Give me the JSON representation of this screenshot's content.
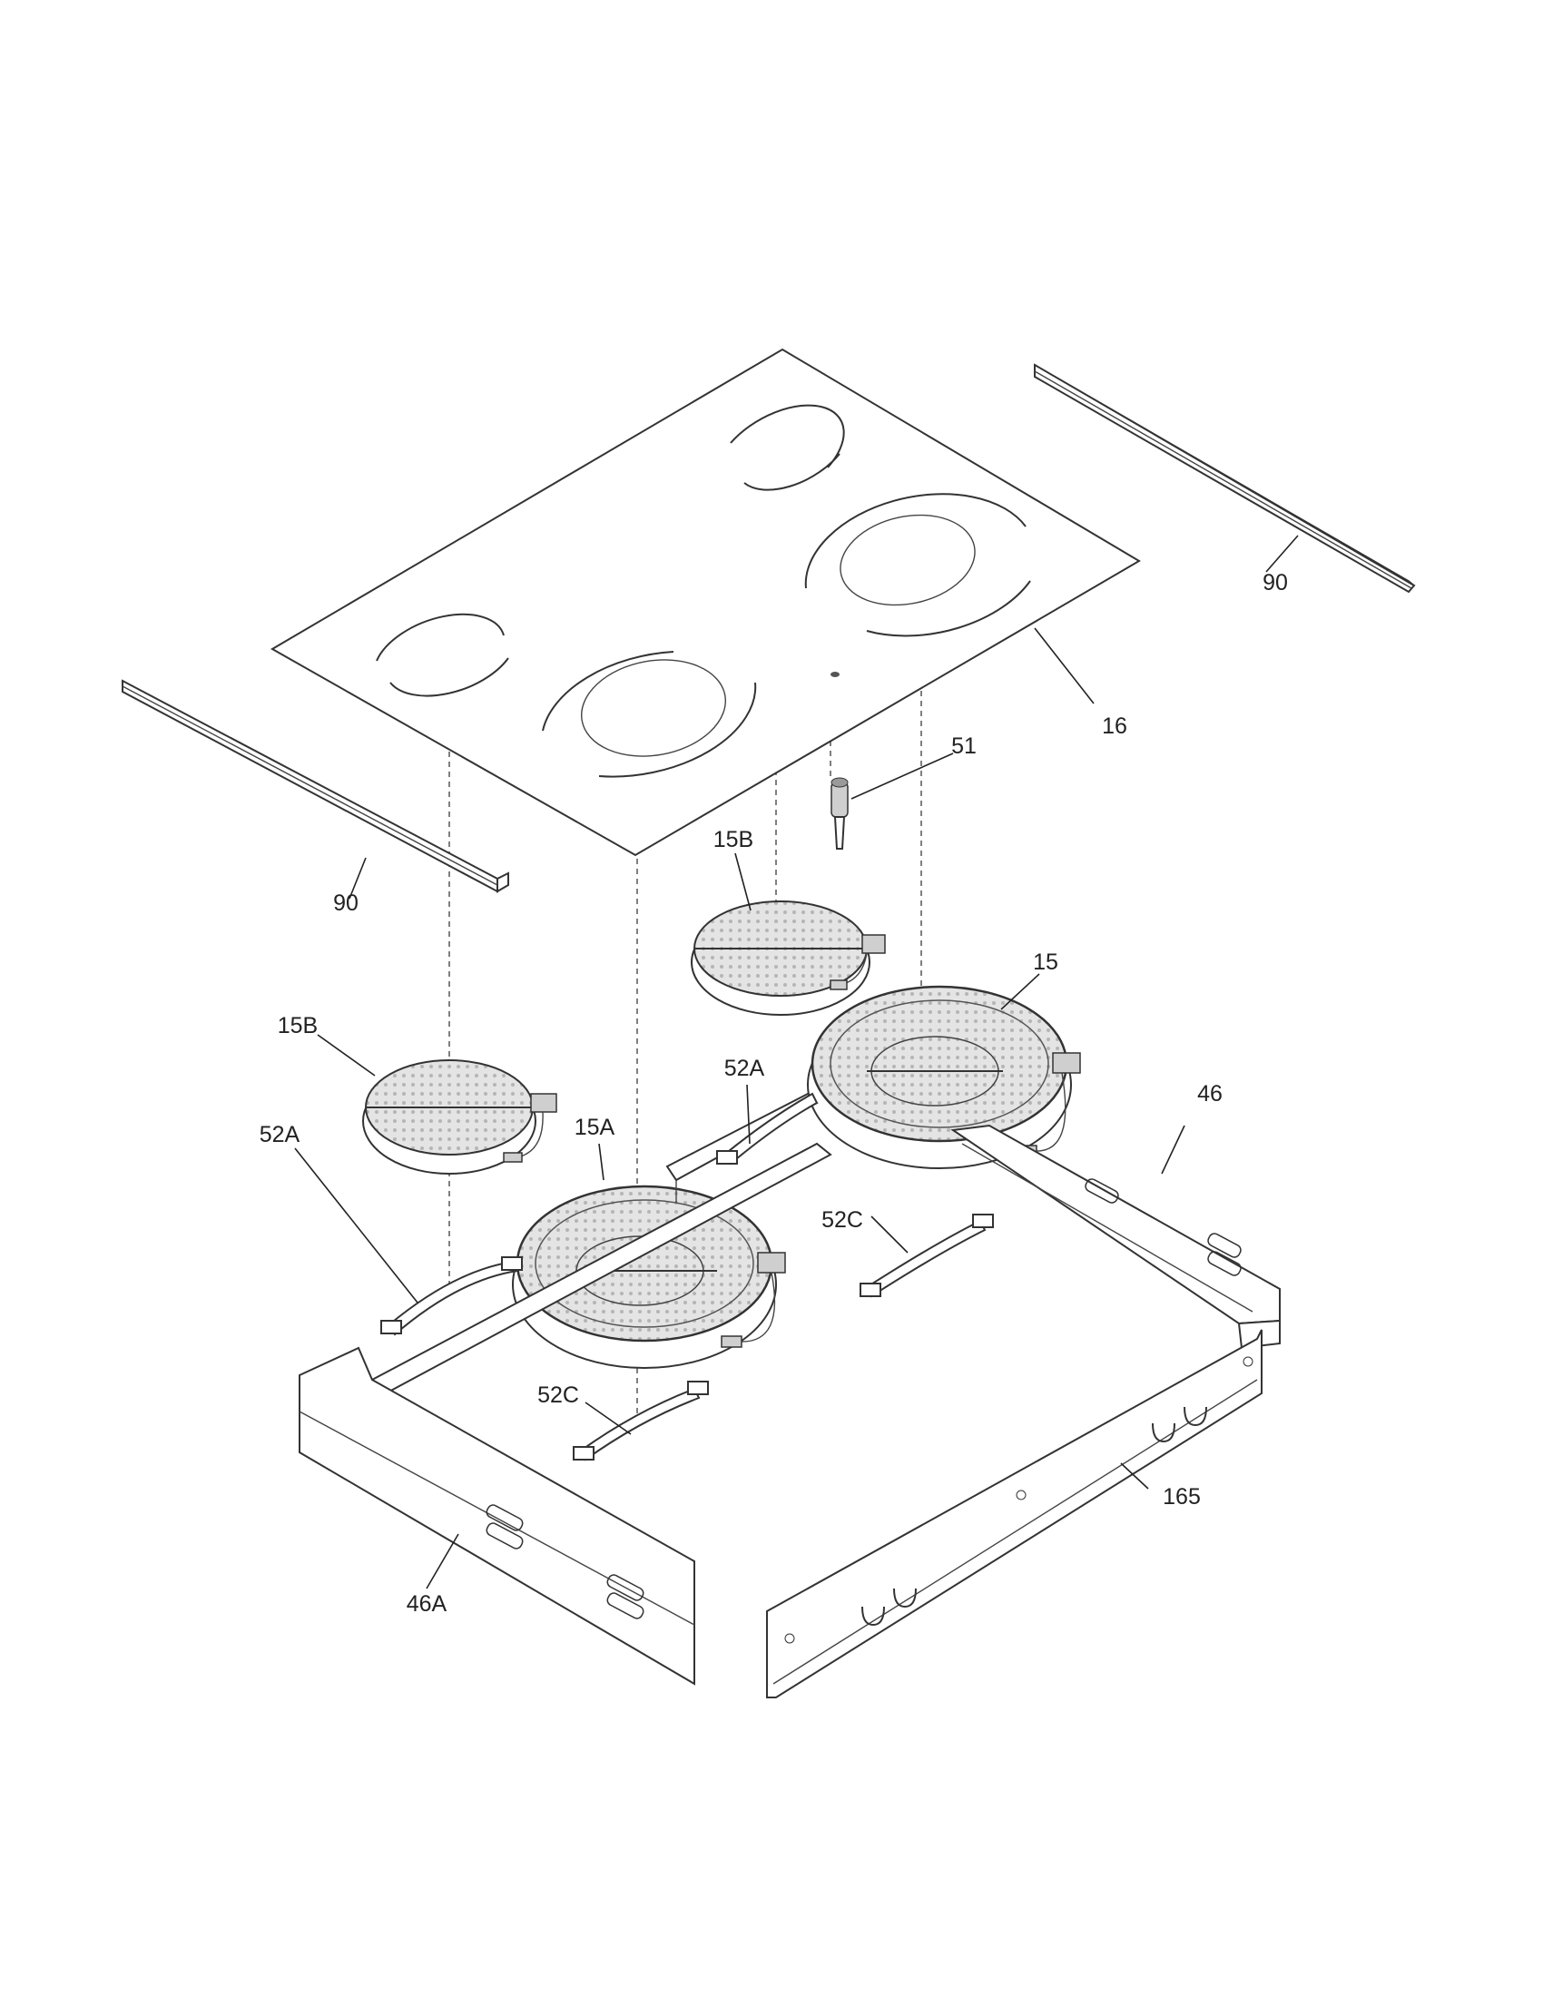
{
  "callouts": [
    {
      "id": "90-right",
      "text": "90"
    },
    {
      "id": "16",
      "text": "16"
    },
    {
      "id": "51",
      "text": "51"
    },
    {
      "id": "90-left",
      "text": "90"
    },
    {
      "id": "15B-right",
      "text": "15B"
    },
    {
      "id": "15",
      "text": "15"
    },
    {
      "id": "15B-left",
      "text": "15B"
    },
    {
      "id": "52A-right",
      "text": "52A"
    },
    {
      "id": "46",
      "text": "46"
    },
    {
      "id": "52A-left",
      "text": "52A"
    },
    {
      "id": "15A",
      "text": "15A"
    },
    {
      "id": "52C-right",
      "text": "52C"
    },
    {
      "id": "52C-left",
      "text": "52C"
    },
    {
      "id": "165",
      "text": "165"
    },
    {
      "id": "46A",
      "text": "46A"
    }
  ]
}
